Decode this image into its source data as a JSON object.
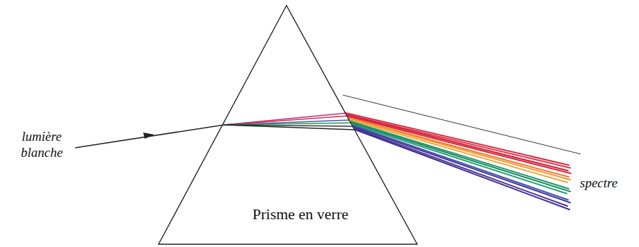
{
  "diagram": {
    "nodes": [
      {
        "text": [
          "Prisme en verre"
        ]
      }
    ],
    "labels": [
      "lumière blanche",
      "spectre"
    ]
  }
}
